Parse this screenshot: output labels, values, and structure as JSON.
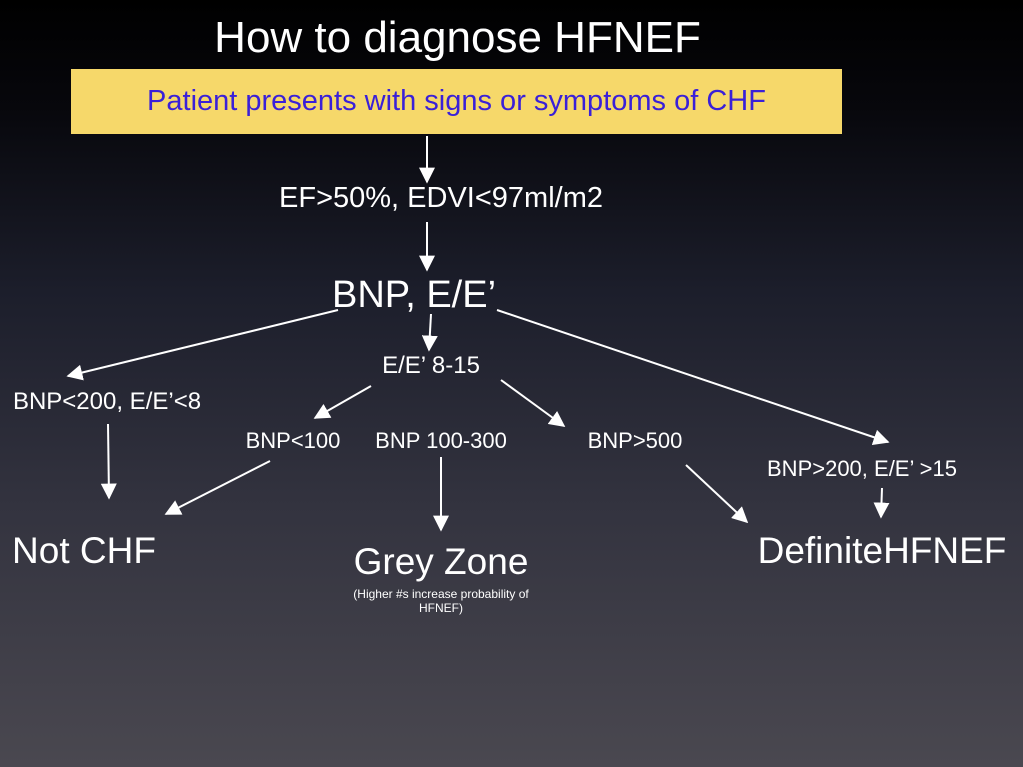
{
  "title": "How to diagnose HFNEF",
  "start_box": "Patient presents with signs or symptoms of CHF",
  "nodes": {
    "ef": "EF>50%, EDVI<97ml/m2",
    "bnp_ee": "BNP, E/E’",
    "ee_8_15": "E/E’ 8-15",
    "bnp_low": "BNP<200, E/E’<8",
    "bnp_lt100": "BNP<100",
    "bnp_100_300": "BNP 100-300",
    "bnp_gt500": "BNP>500",
    "bnp_high": "BNP>200, E/E’ >15",
    "not_chf": "Not CHF",
    "grey_zone": "Grey Zone",
    "grey_zone_note": "(Higher #s increase probability of HFNEF)",
    "definite": "DefiniteHFNEF"
  },
  "colors": {
    "box_fill": "#f6d86a",
    "box_text": "#3a20d8",
    "text": "#ffffff",
    "arrow": "#ffffff"
  }
}
